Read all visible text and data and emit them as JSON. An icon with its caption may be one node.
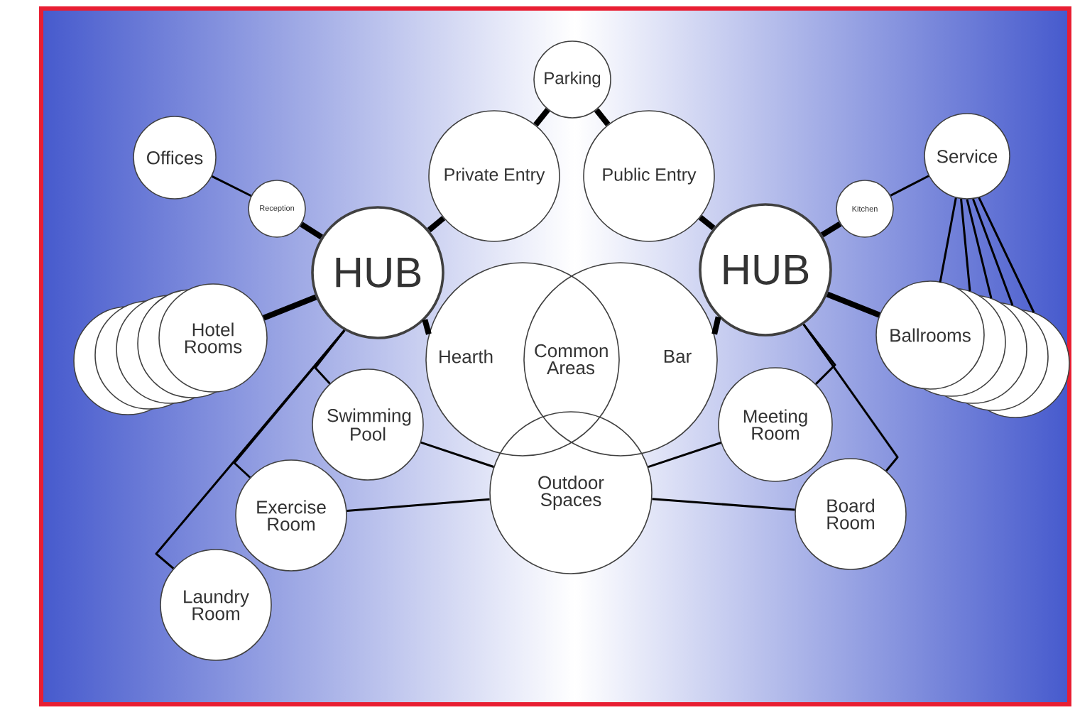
{
  "diagram": {
    "nodes": [
      {
        "text": [
          "Parking"
        ]
      },
      {
        "text": [
          "Offices"
        ]
      },
      {
        "text": [
          "Private Entry"
        ]
      },
      {
        "text": [
          "Public Entry"
        ]
      },
      {
        "text": [
          "Service"
        ]
      },
      {
        "text": [
          "Reception"
        ]
      },
      {
        "text": [
          "Kitchen"
        ]
      },
      {
        "text": [
          "HUB"
        ]
      },
      {
        "text": [
          "HUB"
        ]
      },
      {
        "text": [
          "Hotel Rooms"
        ]
      },
      {
        "text": [
          "Hearth"
        ]
      },
      {
        "text": [
          "Common Areas"
        ]
      },
      {
        "text": [
          "Bar"
        ]
      },
      {
        "text": [
          "Ballrooms"
        ]
      },
      {
        "text": [
          "Swimming Pool"
        ]
      },
      {
        "text": [
          "Meeting Room"
        ]
      },
      {
        "text": [
          "Exercise Room"
        ]
      },
      {
        "text": [
          "Outdoor Spaces"
        ]
      },
      {
        "text": [
          "Board Room"
        ]
      },
      {
        "text": [
          "Laundry Room"
        ]
      }
    ],
    "edges": [
      {
        "from": 0,
        "to": 2,
        "arrow": "none",
        "style": "thick"
      },
      {
        "from": 0,
        "to": 3,
        "arrow": "none",
        "style": "thick"
      },
      {
        "from": 1,
        "to": 5,
        "arrow": "none"
      },
      {
        "from": 5,
        "to": 7,
        "arrow": "none",
        "style": "thick"
      },
      {
        "from": 7,
        "to": 2,
        "arrow": "none",
        "style": "thick"
      },
      {
        "from": 8,
        "to": 3,
        "arrow": "none",
        "style": "thick"
      },
      {
        "from": 8,
        "to": 6,
        "arrow": "none",
        "style": "thick"
      },
      {
        "from": 6,
        "to": 4,
        "arrow": "none"
      },
      {
        "from": 7,
        "to": 9,
        "arrow": "none",
        "style": "thick"
      },
      {
        "from": 7,
        "to": 10,
        "arrow": "none",
        "style": "thick"
      },
      {
        "from": 8,
        "to": 12,
        "arrow": "none",
        "style": "thick"
      },
      {
        "from": 8,
        "to": 13,
        "arrow": "none",
        "style": "thick"
      },
      {
        "from": 4,
        "to": 13,
        "arrow": "none"
      },
      {
        "from": 4,
        "to": 13,
        "arrow": "none"
      },
      {
        "from": 4,
        "to": 13,
        "arrow": "none"
      },
      {
        "from": 4,
        "to": 13,
        "arrow": "none"
      },
      {
        "from": 4,
        "to": 13,
        "arrow": "none"
      },
      {
        "from": 7,
        "to": 14,
        "arrow": "none"
      },
      {
        "from": 7,
        "to": 16,
        "arrow": "none"
      },
      {
        "from": 7,
        "to": 19,
        "arrow": "none"
      },
      {
        "from": 8,
        "to": 15,
        "arrow": "none"
      },
      {
        "from": 8,
        "to": 18,
        "arrow": "none"
      },
      {
        "from": 14,
        "to": 17,
        "arrow": "none"
      },
      {
        "from": 16,
        "to": 17,
        "arrow": "none"
      },
      {
        "from": 15,
        "to": 17,
        "arrow": "none"
      },
      {
        "from": 18,
        "to": 17,
        "arrow": "none"
      }
    ]
  }
}
